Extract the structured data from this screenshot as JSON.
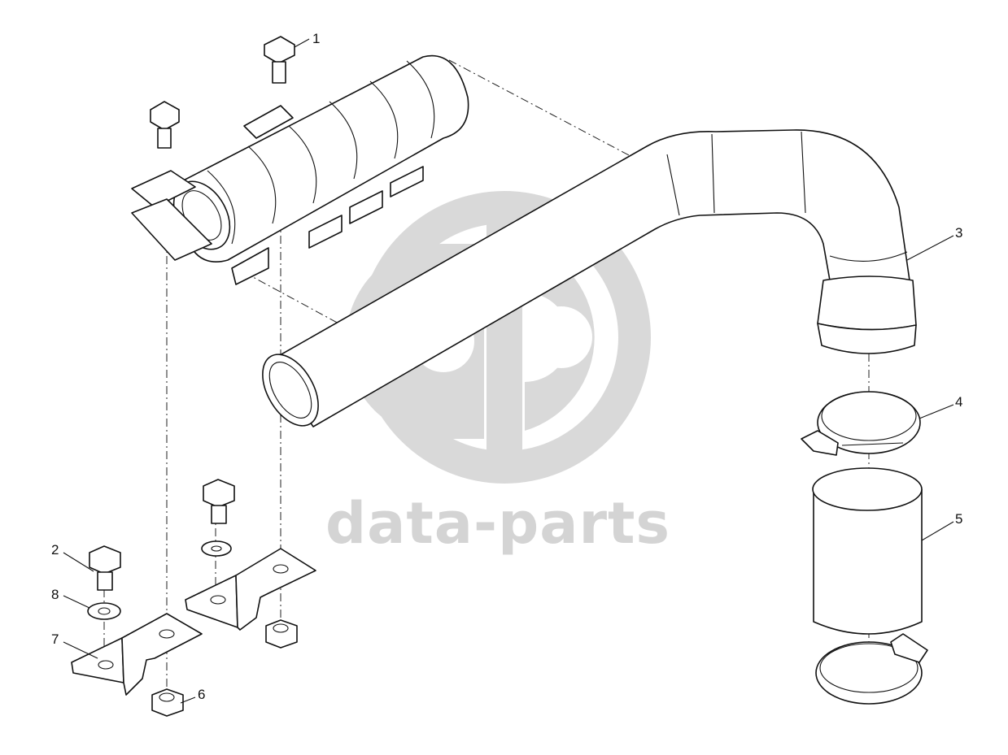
{
  "watermark": {
    "text": "data-parts",
    "color": "#d4d4d4"
  },
  "callouts": [
    {
      "id": "1",
      "label": "1"
    },
    {
      "id": "2",
      "label": "2"
    },
    {
      "id": "3",
      "label": "3"
    },
    {
      "id": "4",
      "label": "4"
    },
    {
      "id": "5",
      "label": "5"
    },
    {
      "id": "6",
      "label": "6"
    },
    {
      "id": "7",
      "label": "7"
    },
    {
      "id": "8",
      "label": "8"
    }
  ]
}
